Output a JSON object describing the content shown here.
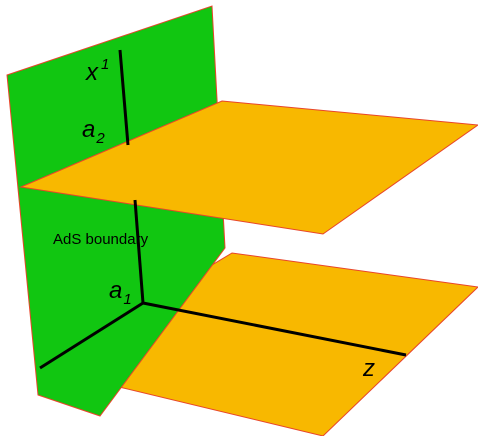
{
  "colors": {
    "vertical_plane": "#11c611",
    "horizontal_plane": "#f8b800",
    "edge": "#e8452a",
    "axis": "#000000"
  },
  "labels": {
    "x_axis": {
      "base": "x",
      "superscript": "1"
    },
    "z_axis": "z",
    "brane_upper": {
      "base": "a",
      "subscript": "2"
    },
    "brane_lower": {
      "base": "a",
      "subscript": "1"
    },
    "boundary": "AdS boundary"
  }
}
